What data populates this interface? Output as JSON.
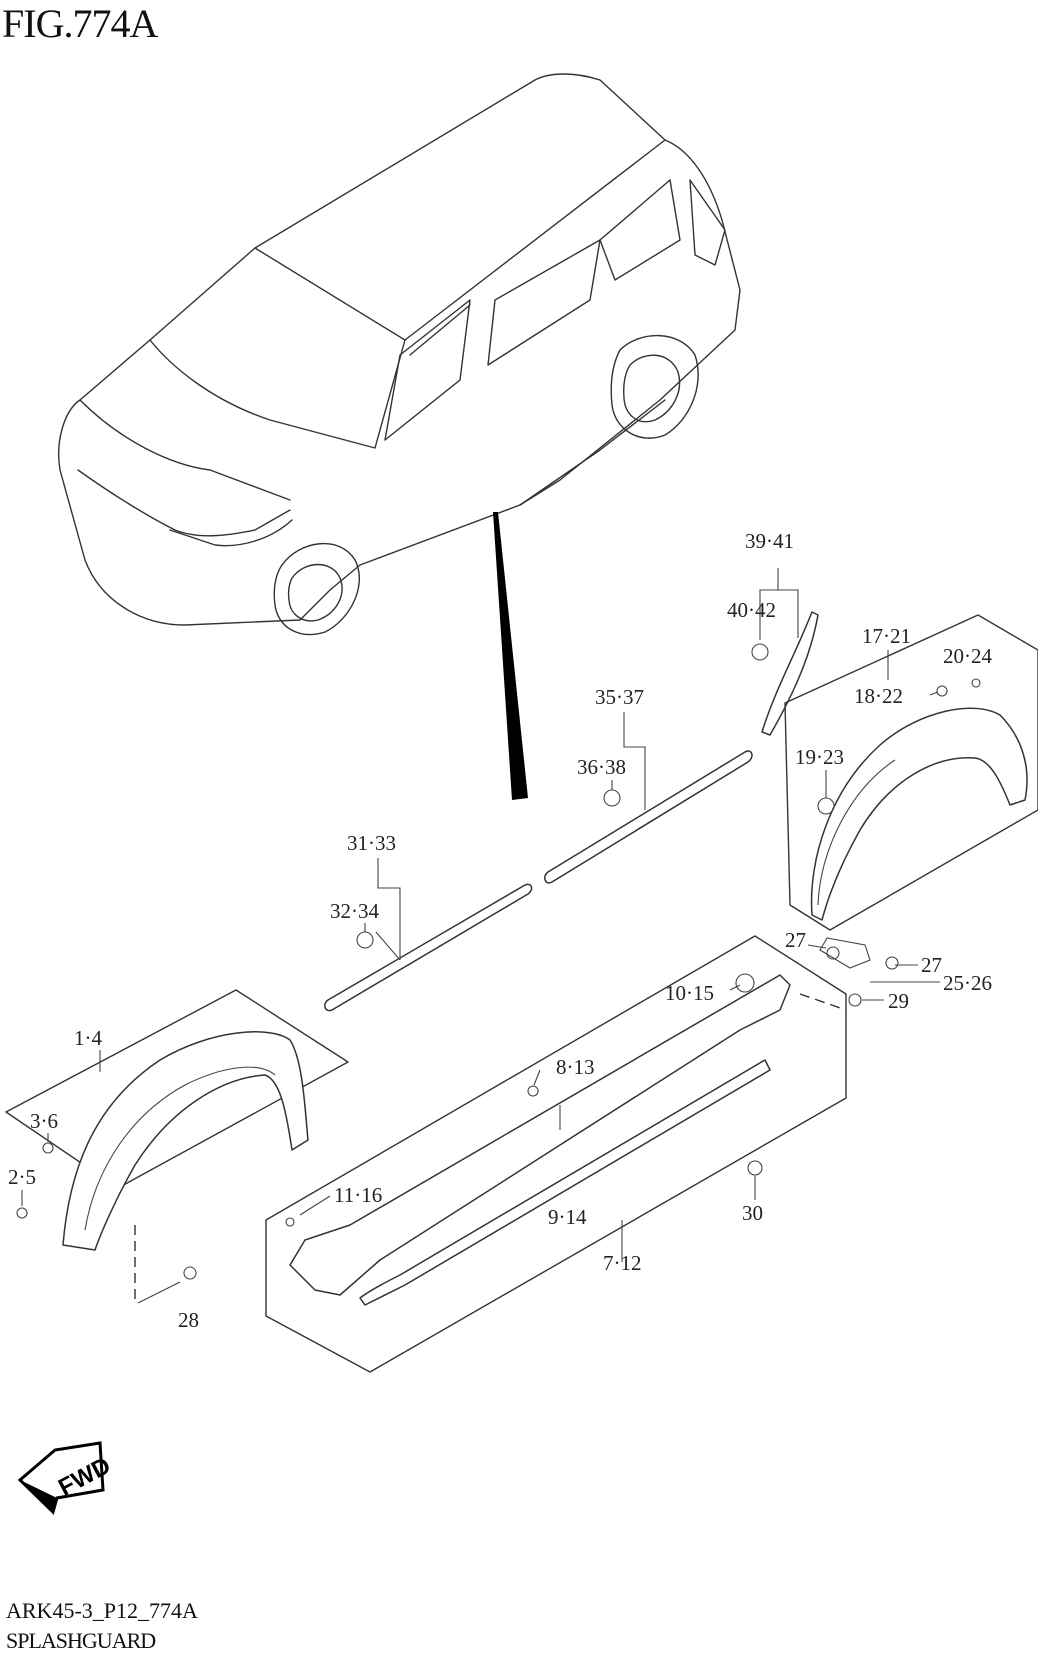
{
  "figure": {
    "title": "FIG.774A"
  },
  "footer": {
    "code": "ARK45-3_P12_774A",
    "name": "SPLASHGUARD"
  },
  "fwd_badge": {
    "label": "FWD"
  },
  "callouts": {
    "c_1_4": "1·4",
    "c_3_6": "3·6",
    "c_2_5": "2·5",
    "c_28": "28",
    "c_31_33": "31·33",
    "c_32_34": "32·34",
    "c_35_37": "35·37",
    "c_36_38": "36·38",
    "c_39_41": "39·41",
    "c_40_42": "40·42",
    "c_17_21": "17·21",
    "c_20_24": "20·24",
    "c_18_22": "18·22",
    "c_19_23": "19·23",
    "c_27a": "27",
    "c_27b": "27",
    "c_25_26": "25·26",
    "c_29": "29",
    "c_10_15": "10·15",
    "c_8_13": "8·13",
    "c_11_16": "11·16",
    "c_9_14": "9·14",
    "c_7_12": "7·12",
    "c_30": "30"
  }
}
